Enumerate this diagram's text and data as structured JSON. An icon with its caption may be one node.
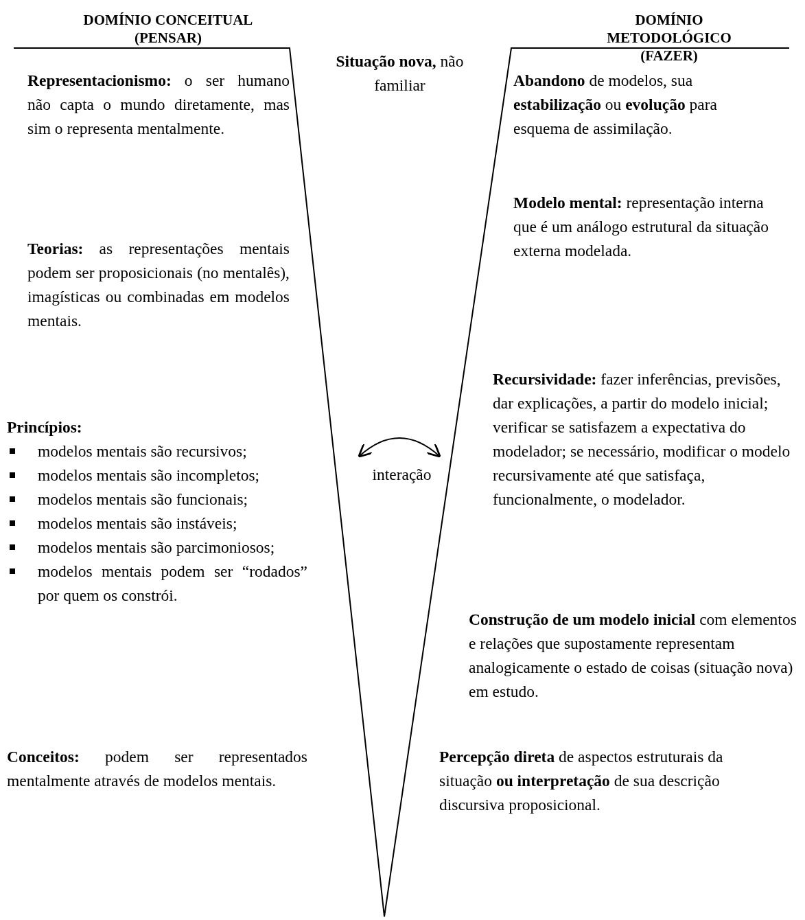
{
  "diagram": {
    "labels": [
      "DOMÍNIO CONCEITUAL (PENSAR)",
      "DOMÍNIO METODOLÓGICO (FAZER)",
      "**Situação nova,** não familiar",
      "**Representacionismo:** o ser humano não capta o mundo diretamente, mas sim o representa mentalmente.",
      "**Abandono** de modelos, sua **estabilização** ou **evolução** para esquema de assimilação.",
      "**Modelo mental:** representação interna que é um análogo estrutural da situação externa modelada.",
      "**Teorias:** as representações mentais podem ser proposicionais (no mentalês), imagísticas ou combinadas em modelos mentais.",
      "Princípios:",
      "modelos mentais são recursivos;",
      "modelos mentais são incompletos;",
      "modelos mentais são funcionais;",
      "modelos mentais são instáveis;",
      "modelos mentais são parcimoniosos;",
      "modelos mentais podem ser “rodados” por quem os constrói.",
      "interação",
      "**Recursividade:** fazer inferências, previsões, dar explicações, a partir do modelo inicial; verificar se satisfazem a expectativa do modelador; se necessário, modificar o modelo recursivamente até que satisfaça, funcionalmente, o modelador.",
      "**Construção de um modelo inicial** com elementos e relações que supostamente representam analogicamente o estado de coisas (situação nova) em estudo.",
      "**Conceitos:** podem ser representados mentalmente através de modelos mentais.",
      "**Percepção direta** de aspectos estruturais da situação **ou interpretação** de sua descrição discursiva proposicional."
    ]
  }
}
